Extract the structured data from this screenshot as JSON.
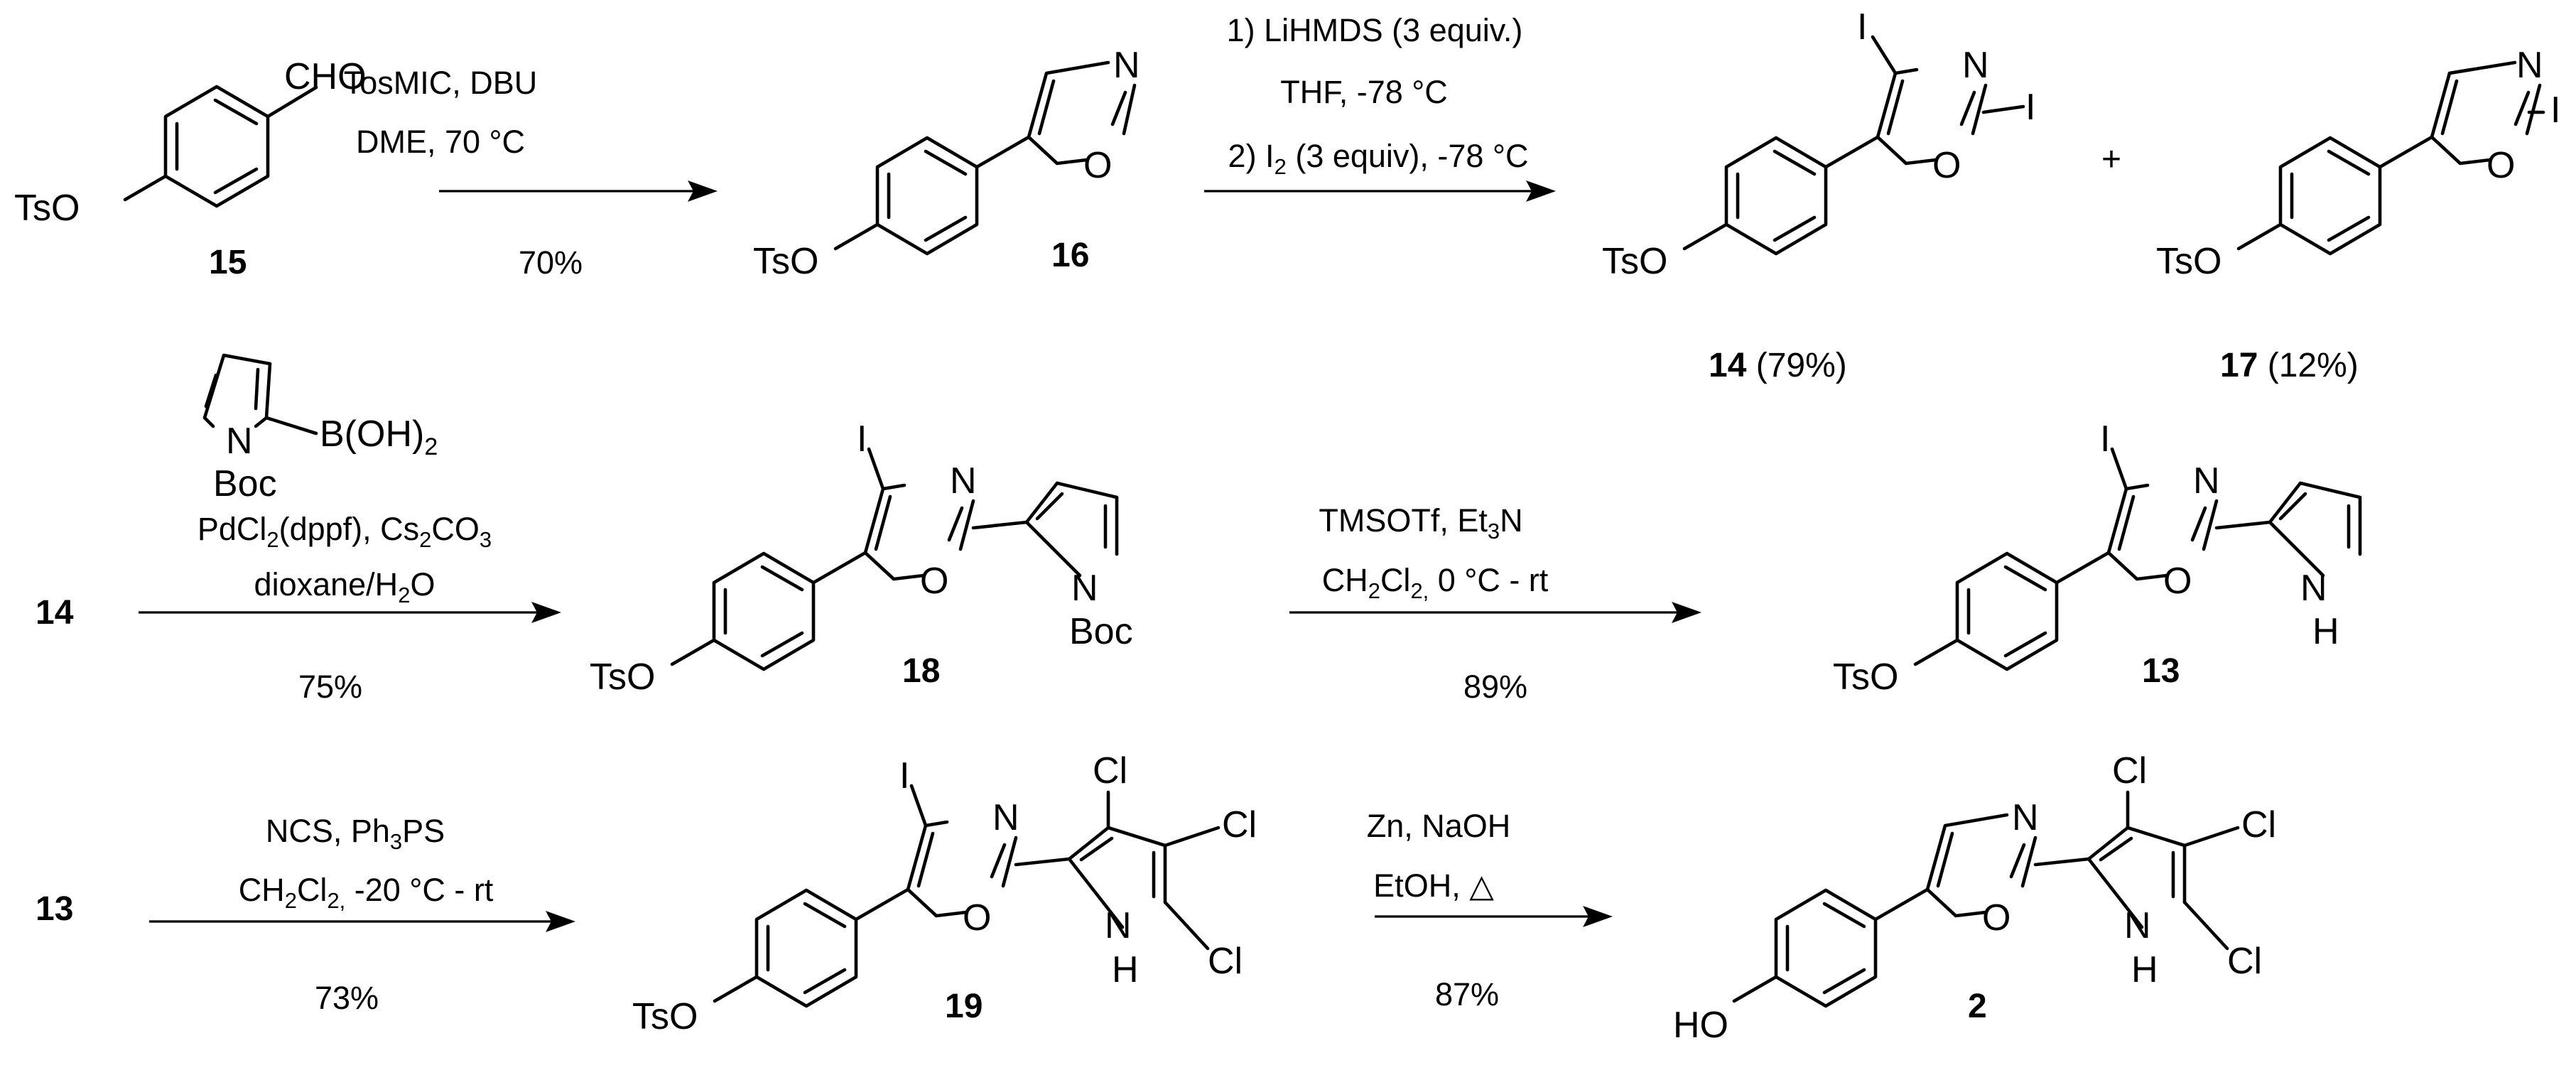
{
  "atoms": {
    "tso": "TsO",
    "ho": "HO",
    "cho": "CHO",
    "n": "N",
    "o": "O",
    "i": "I",
    "cl": "Cl",
    "h": "H",
    "boc": "Boc",
    "boronic": "B(OH)",
    "two": "2"
  },
  "compounds": {
    "c15": "15",
    "c16": "16",
    "c14": "14",
    "c14_yield": " (79%)",
    "c17": "17",
    "c17_yield": " (12%)",
    "c18": "18",
    "c13": "13",
    "c19": "19",
    "c2": "2",
    "plus": "+"
  },
  "steps": {
    "s1": {
      "line1": "TosMIC, DBU",
      "line2": "DME, 70 °C",
      "yield": "70%"
    },
    "s2": {
      "line1": "1) LiHMDS (3 equiv.)",
      "line2": "THF, -78 °C",
      "line3_pre": "2) I",
      "line3_sub": "2",
      "line3_post": " (3 equiv), -78 °C"
    },
    "s3": {
      "reagent_pre": "PdCl",
      "reagent_sub1": "2",
      "reagent_mid": "(dppf), Cs",
      "reagent_sub2": "2",
      "reagent_mid2": "CO",
      "reagent_sub3": "3",
      "solvent_pre": "dioxane/H",
      "solvent_sub": "2",
      "solvent_post": "O",
      "start": "14",
      "yield": "75%"
    },
    "s4": {
      "line1_pre": "TMSOTf, Et",
      "line1_sub": "3",
      "line1_post": "N",
      "line2_pre": "CH",
      "line2_sub1": "2",
      "line2_mid": "Cl",
      "line2_sub2": "2,",
      "line2_post": " 0 °C - rt",
      "yield": "89%"
    },
    "s5": {
      "line1_pre": "NCS, Ph",
      "line1_sub": "3",
      "line1_post": "PS",
      "line2_pre": "CH",
      "line2_sub1": "2",
      "line2_mid": "Cl",
      "line2_sub2": "2,",
      "line2_post": " -20 °C - rt",
      "start": "13",
      "yield": "73%"
    },
    "s6": {
      "line1": "Zn, NaOH",
      "line2": "EtOH, △",
      "yield": "87%"
    }
  }
}
